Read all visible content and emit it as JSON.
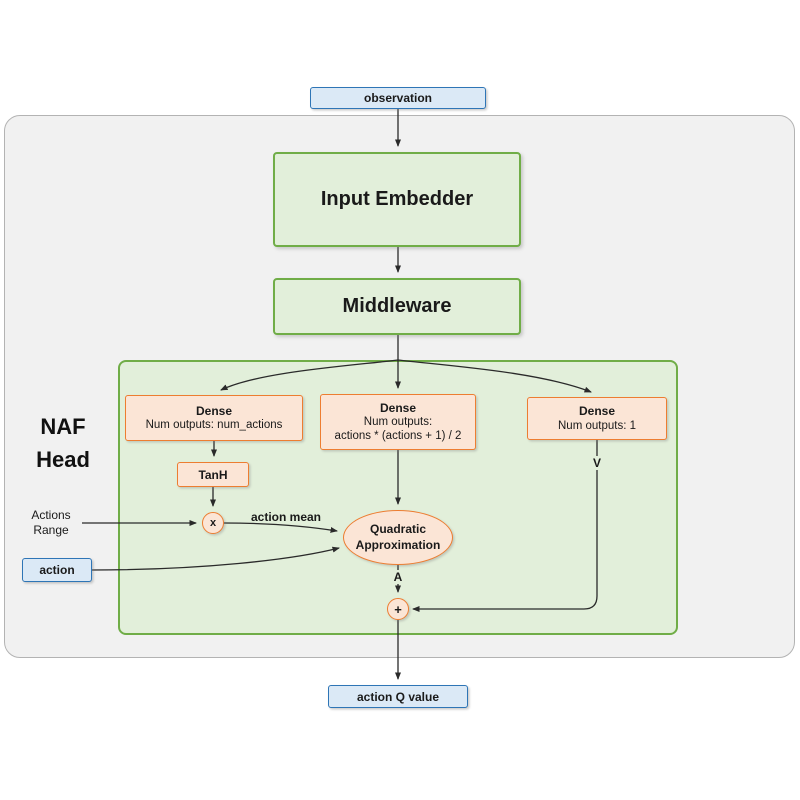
{
  "nodes": {
    "observation": {
      "label": "observation"
    },
    "input_embedder": {
      "label": "Input Embedder"
    },
    "middleware": {
      "label": "Middleware"
    },
    "naf_head": {
      "line1": "NAF",
      "line2": "Head"
    },
    "dense_actions": {
      "title": "Dense",
      "line1": "Num outputs: num_actions"
    },
    "dense_quadratic": {
      "title": "Dense",
      "line1": "Num outputs:",
      "line2": "actions * (actions + 1) / 2"
    },
    "dense_value": {
      "title": "Dense",
      "line1": "Num outputs: 1"
    },
    "tanh": {
      "label": "TanH"
    },
    "multiply": {
      "label": "x"
    },
    "plus": {
      "label": "+"
    },
    "quadratic_approximation": {
      "line1": "Quadratic",
      "line2": "Approximation"
    },
    "actions_range": {
      "line1": "Actions",
      "line2": "Range"
    },
    "action": {
      "label": "action"
    },
    "action_q_value": {
      "label": "action Q value"
    }
  },
  "edge_labels": {
    "action_mean": "action mean",
    "advantage": "A",
    "value": "V"
  },
  "colors": {
    "blue_fill": "#dbe9f6",
    "blue_border": "#2e75b6",
    "green_fill": "#e2efda",
    "green_border": "#70ad47",
    "orange_fill": "#fbe5d6",
    "orange_border": "#ed7d31",
    "gray_fill": "#f1f1f1",
    "gray_border": "#b3b3b3",
    "arrow": "#2a2a2a"
  }
}
